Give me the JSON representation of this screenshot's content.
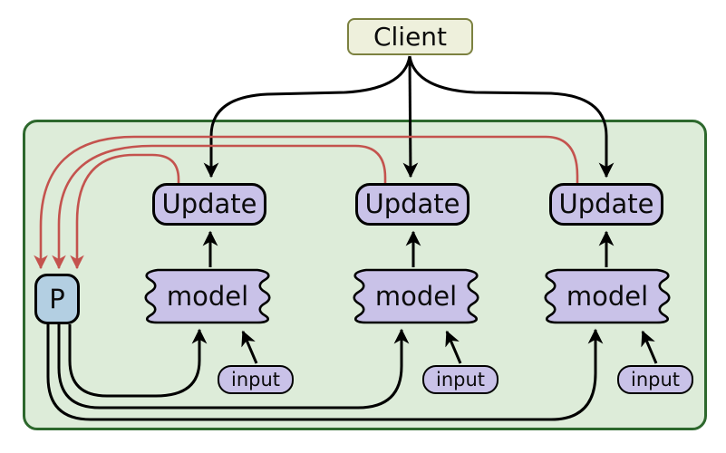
{
  "diagram_title": "client-update-model-parameter-diagram",
  "nodes": {
    "client": "Client",
    "p": "P",
    "updates": [
      "Update",
      "Update",
      "Update"
    ],
    "models": [
      "model",
      "model",
      "model"
    ],
    "inputs": [
      "input",
      "input",
      "input"
    ]
  },
  "colors": {
    "container_fill": "#ddecd9",
    "container_border": "#2d682d",
    "node_fill": "#c9c2e8",
    "node_border": "#000000",
    "client_fill": "#eef0dc",
    "client_border": "#7c8140",
    "p_fill": "#b3cfe2",
    "red_arrow": "#c4534e",
    "black_arrow": "#000000"
  }
}
